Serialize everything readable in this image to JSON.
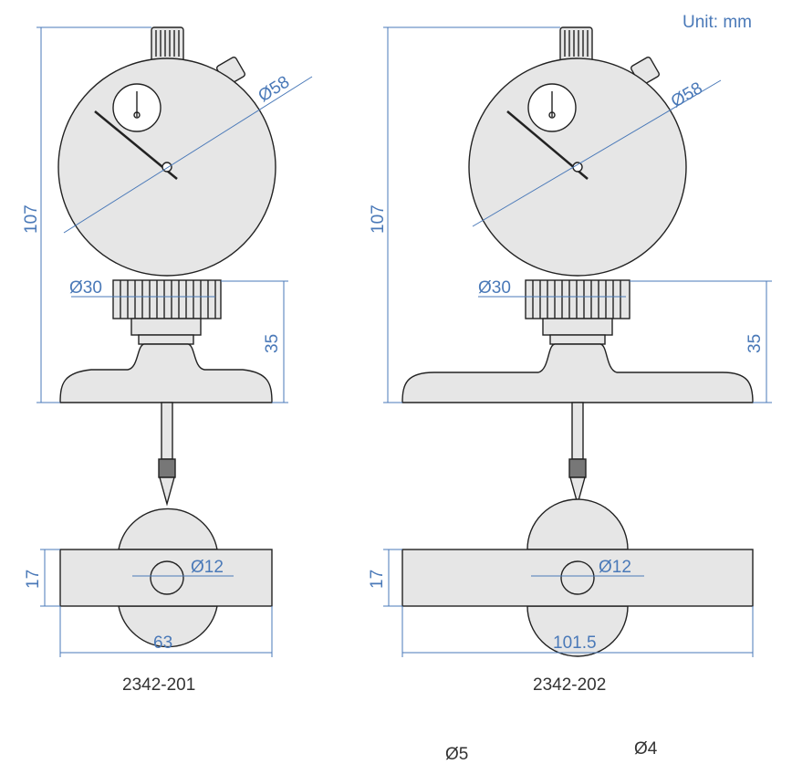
{
  "unit_label": "Unit: mm",
  "colors": {
    "dimension": "#4a79b8",
    "body_fill": "#e6e6e6",
    "outline": "#222222"
  },
  "gauges": [
    {
      "model": "2342-201",
      "dims": {
        "height": "107",
        "dial_dia": "Ø58",
        "collar_dia": "Ø30",
        "base_height": "35",
        "bore_dia": "Ø12",
        "base_thickness": "17",
        "base_length": "63"
      }
    },
    {
      "model": "2342-202",
      "dims": {
        "height": "107",
        "dial_dia": "Ø58",
        "collar_dia": "Ø30",
        "base_height": "35",
        "bore_dia": "Ø12",
        "base_thickness": "17",
        "base_length": "101.5"
      }
    }
  ],
  "footer": {
    "tip_dia_a": "Ø5",
    "tip_dia_b": "Ø4"
  }
}
